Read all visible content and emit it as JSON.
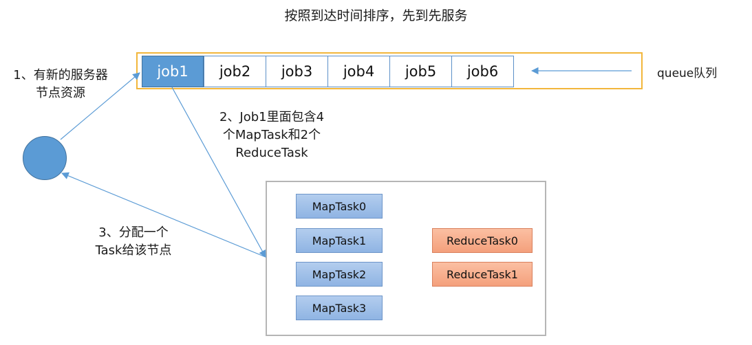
{
  "title": "按照到达时间排序，先到先服务",
  "queue": {
    "label": "queue队列",
    "jobs": [
      "job1",
      "job2",
      "job3",
      "job4",
      "job5",
      "job6"
    ]
  },
  "notes": {
    "new_node": [
      "1、有新的服务器",
      "节点资源"
    ],
    "job_contains": [
      "2、Job1里面包含4",
      "个MapTask和2个",
      "ReduceTask"
    ],
    "assign": [
      "3、分配一个",
      "Task给该节点"
    ]
  },
  "tasks": {
    "map": [
      "MapTask0",
      "MapTask1",
      "MapTask2",
      "MapTask3"
    ],
    "reduce": [
      "ReduceTask0",
      "ReduceTask1"
    ]
  },
  "colors": {
    "accent_blue": "#5b9bd5",
    "queue_border": "#f2b63a",
    "map_fill": "#a6c4ea",
    "reduce_fill": "#f7ad8a",
    "arrow": "#5b9bd5"
  }
}
